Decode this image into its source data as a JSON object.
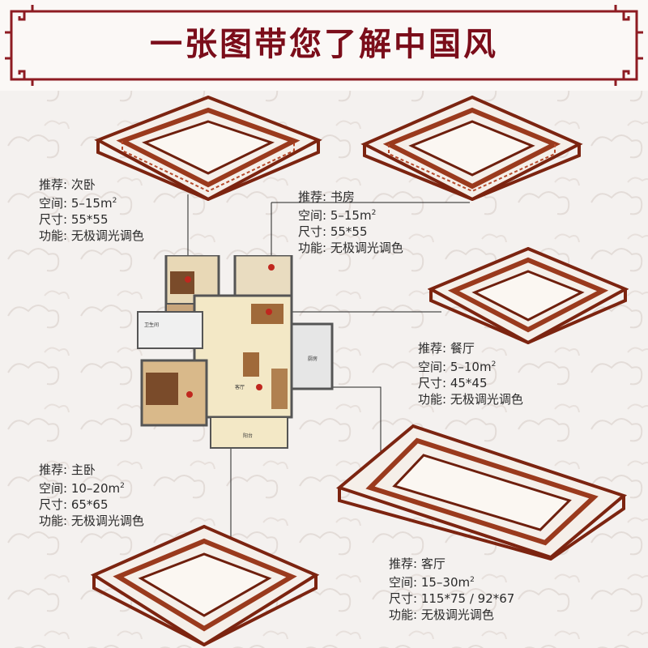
{
  "header": {
    "title": "一张图带您了解中国风"
  },
  "rooms": [
    {
      "id": "bedroom2",
      "rec_label": "推荐:",
      "rec": "次卧",
      "space_label": "空间:",
      "space": "5–15m",
      "space_sup": "2",
      "size_label": "尺寸:",
      "size": "55*55",
      "func_label": "功能:",
      "func": "无极调光调色"
    },
    {
      "id": "study",
      "rec_label": "推荐:",
      "rec": "书房",
      "space_label": "空间:",
      "space": "5–15m",
      "space_sup": "2",
      "size_label": "尺寸:",
      "size": "55*55",
      "func_label": "功能:",
      "func": "无极调光调色"
    },
    {
      "id": "dining",
      "rec_label": "推荐:",
      "rec": "餐厅",
      "space_label": "空间:",
      "space": "5–10m",
      "space_sup": "2",
      "size_label": "尺寸:",
      "size": "45*45",
      "func_label": "功能:",
      "func": "无极调光调色"
    },
    {
      "id": "master",
      "rec_label": "推荐:",
      "rec": "主卧",
      "space_label": "空间:",
      "space": "10–20m",
      "space_sup": "2",
      "size_label": "尺寸:",
      "size": "65*65",
      "func_label": "功能:",
      "func": "无极调光调色"
    },
    {
      "id": "living",
      "rec_label": "推荐:",
      "rec": "客厅",
      "space_label": "空间:",
      "space": "15–30m",
      "space_sup": "2",
      "size_label": "尺寸:",
      "size": "115*75  /  92*67",
      "func_label": "功能:",
      "func": "无极调光调色"
    }
  ],
  "floorplan_labels": {
    "bath": "卫生间",
    "kitchen": "厨房",
    "balcony": "阳台",
    "living": "客厅"
  },
  "colors": {
    "wood": "#8b2a14",
    "wood_light": "#b5492a",
    "banner_bg": "#fbf8f6",
    "banner_border": "#8e1b22",
    "title": "#7b0d1a"
  }
}
